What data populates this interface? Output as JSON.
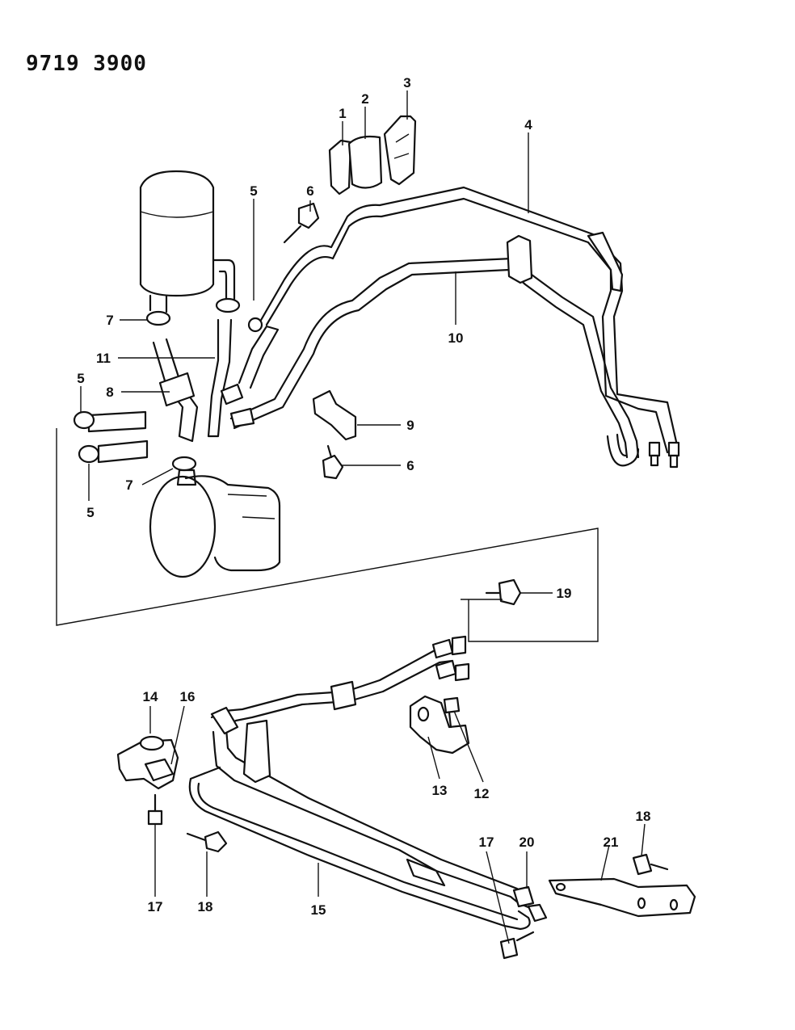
{
  "document": {
    "id": "9719 3900"
  },
  "callouts": [
    {
      "key": "c1",
      "text": "1"
    },
    {
      "key": "c2",
      "text": "2"
    },
    {
      "key": "c3",
      "text": "3"
    },
    {
      "key": "c4",
      "text": "4"
    },
    {
      "key": "c5a",
      "text": "5"
    },
    {
      "key": "c5b",
      "text": "5"
    },
    {
      "key": "c5c",
      "text": "5"
    },
    {
      "key": "c6a",
      "text": "6"
    },
    {
      "key": "c6b",
      "text": "6"
    },
    {
      "key": "c7a",
      "text": "7"
    },
    {
      "key": "c7b",
      "text": "7"
    },
    {
      "key": "c8",
      "text": "8"
    },
    {
      "key": "c9",
      "text": "9"
    },
    {
      "key": "c10",
      "text": "10"
    },
    {
      "key": "c11",
      "text": "11"
    },
    {
      "key": "c12",
      "text": "12"
    },
    {
      "key": "c13",
      "text": "13"
    },
    {
      "key": "c14",
      "text": "14"
    },
    {
      "key": "c15",
      "text": "15"
    },
    {
      "key": "c16",
      "text": "16"
    },
    {
      "key": "c17a",
      "text": "17"
    },
    {
      "key": "c17b",
      "text": "17"
    },
    {
      "key": "c18a",
      "text": "18"
    },
    {
      "key": "c18b",
      "text": "18"
    },
    {
      "key": "c19",
      "text": "19"
    },
    {
      "key": "c20",
      "text": "20"
    },
    {
      "key": "c21",
      "text": "21"
    }
  ]
}
